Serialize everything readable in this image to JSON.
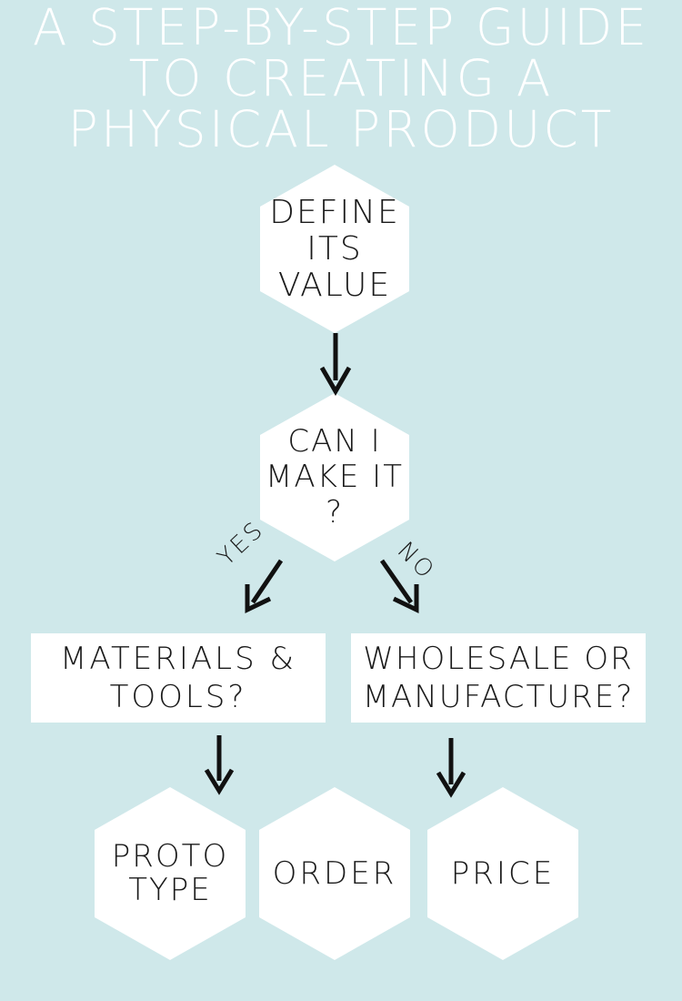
{
  "title": {
    "line1": "A STEP-BY-STEP GUIDE",
    "line2": "TO CREATING A",
    "line3": "PHYSICAL PRODUCT"
  },
  "nodes": {
    "define_value": {
      "line1": "DEFINE",
      "line2": "ITS",
      "line3": "VALUE"
    },
    "can_i_make_it": {
      "line1": "CAN I",
      "line2": "MAKE IT",
      "line3": "?"
    },
    "materials_tools": {
      "line1": "MATERIALS &",
      "line2": "TOOLS?"
    },
    "wholesale_manufacture": {
      "line1": "WHOLESALE OR",
      "line2": "MANUFACTURE?"
    },
    "prototype": {
      "line1": "PROTO",
      "line2": "TYPE"
    },
    "order": {
      "line1": "ORDER"
    },
    "price": {
      "line1": "PRICE"
    }
  },
  "edges": {
    "yes_label": "YES",
    "no_label": "NO"
  },
  "colors": {
    "background": "#cfe8ea",
    "node_fill": "#ffffff",
    "title_text": "#ffffff",
    "node_text": "#1a1a1a",
    "arrow": "#111111"
  }
}
